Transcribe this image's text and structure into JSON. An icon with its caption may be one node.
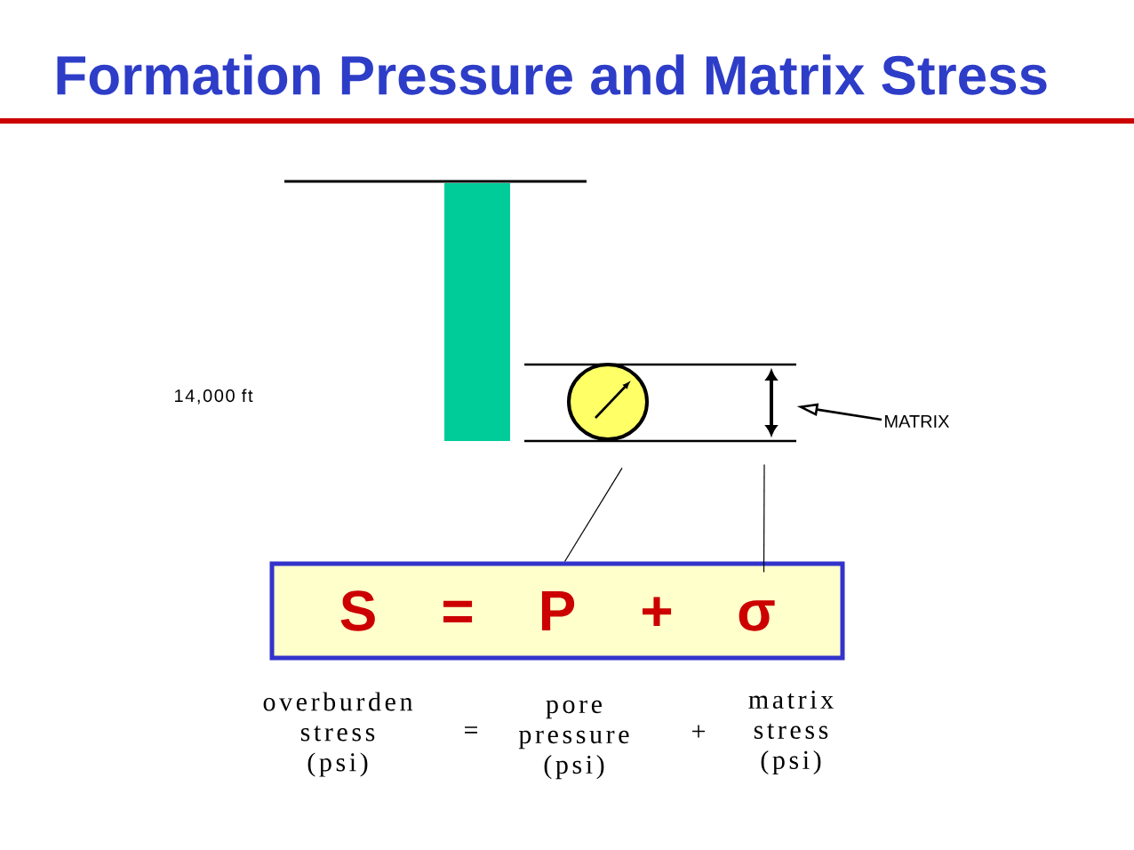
{
  "diagram": {
    "title": "Formation Pressure and Matrix Stress",
    "nodes": [
      {
        "text": [
          "S",
          "=",
          "P",
          "+",
          "σ"
        ]
      },
      {
        "text": [],
        "shape": "circle"
      },
      {
        "text": [
          "MATRIX"
        ]
      },
      {
        "text": [],
        "shape": "arrow"
      }
    ],
    "edges": [
      {
        "from": 0,
        "to": 1,
        "arrow": "none"
      },
      {
        "from": 0,
        "to": 3,
        "arrow": "none"
      },
      {
        "from": 2,
        "to": 3,
        "arrow": "to"
      }
    ],
    "labels": [
      "14,000 ft",
      "overburden stress (psi)",
      "=",
      "pore pressure (psi)",
      "+",
      "matrix stress (psi)"
    ]
  }
}
